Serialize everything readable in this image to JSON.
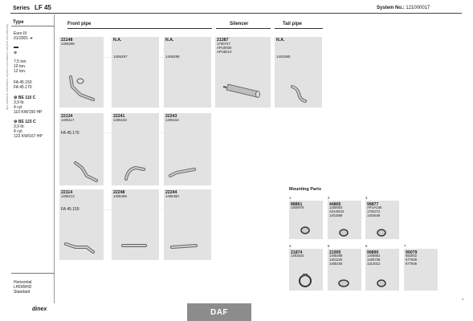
{
  "header": {
    "series_label": "Series",
    "series_value": "LF 45",
    "system_label": "System No.:",
    "system_value": "121000017"
  },
  "sections": {
    "type": "Type",
    "front_pipe": "Front pipe",
    "silencer": "Silencer",
    "tail_pipe": "Tail pipe",
    "mounting_parts": "Mounting Parts"
  },
  "vertical_note": "Manufacturer and part numbers are used for comparison purposes only",
  "side": {
    "euro": "Euro III\n01/2001 ➜",
    "tons": "7,5 ton.\n10 ton.\n12 ton.",
    "fa_models": "FA 45.150\nFA 45.170",
    "engine1_title": "BE 110 C",
    "engine1_details": "3,9 ltr.\n4 cyl.\n110 KW/150 HP",
    "engine2_title": "BE 123 C",
    "engine2_details": "3,9 ltr.\n4 cyl.\n123 KW/167 HP",
    "footer": "Horizontal\nLHD/RHD\nStandard"
  },
  "cards": {
    "r1c1": {
      "num": "22148",
      "codes": "1406296"
    },
    "r1c2": {
      "num": "N.A.",
      "code_mid": "1406297"
    },
    "r1c3": {
      "num": "N.A.",
      "code_mid": "1406298"
    },
    "silencer": {
      "num": "21387",
      "codes": "1700727\nAPU0030\nAPU8213"
    },
    "tail": {
      "num": "N.A.",
      "code_mid": "1401585"
    },
    "r2c1": {
      "num": "22134",
      "codes": "1405117",
      "fa": "FA 45.170"
    },
    "r2c2": {
      "num": "22241",
      "codes": "1406163"
    },
    "r2c3": {
      "num": "22243",
      "codes": "1406164"
    },
    "r3c1": {
      "num": "22114",
      "codes": "1406214",
      "fa": "FA 45.150"
    },
    "r3c2": {
      "num": "22248",
      "codes": "1406459"
    },
    "r3c3": {
      "num": "22244",
      "codes": "1406460"
    }
  },
  "mounting": [
    {
      "index": "1",
      "num": "88861",
      "codes": "1400876"
    },
    {
      "index": "2",
      "num": "44805",
      "codes": "1250053\nADU3033\n1401689"
    },
    {
      "index": "3",
      "num": "99877",
      "codes": "APUA155\n1702272\n1403646"
    },
    {
      "index": "4",
      "num": "21874",
      "codes": "1491834"
    },
    {
      "index": "5",
      "num": "21905",
      "codes": "1405498\n1401125\n1405193"
    },
    {
      "index": "6",
      "num": "99890",
      "codes": "1406862\n1406738\n1313012"
    },
    {
      "index": "7",
      "num": "90079",
      "codes": "682002\n677939\n677936"
    }
  ],
  "brand": "DAF",
  "logo": "dinex",
  "page_number": "1"
}
